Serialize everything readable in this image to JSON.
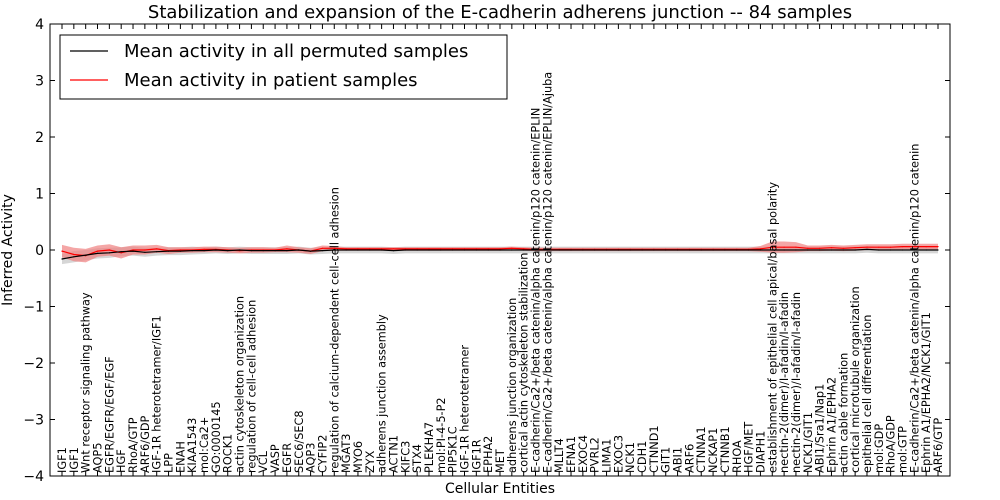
{
  "chart_data": {
    "type": "line",
    "title": "Stabilization and expansion of the E-cadherin adherens junction -- 84 samples",
    "xlabel": "Cellular Entities",
    "ylabel": "Inferred Activity",
    "ylim": [
      -4,
      4
    ],
    "yticks": [
      -4,
      -3,
      -2,
      -1,
      0,
      1,
      2,
      3,
      4
    ],
    "grid": false,
    "legend_position": "top-left",
    "colors": {
      "permuted": "#000000",
      "patient": "#ff0000",
      "permuted_band": "#c8c8c8",
      "patient_band": "#f08080"
    },
    "categories": [
      "IGF1",
      "IGF1",
      "Wnt receptor signaling pathway",
      "AQP5",
      "EGFR/EGFR/EGF/EGF",
      "HGF",
      "RhoA/GTP",
      "ARF6/GDP",
      "IGF-1R heterotetramer/IGF1",
      "LPP",
      "ENAH",
      "KIAA1543",
      "mol:Ca2+",
      "GO:0000145",
      "ROCK1",
      "actin cytoskeleton organization",
      "regulation of cell-cell adhesion",
      "VCL",
      "VASP",
      "EGFR",
      "SEC6/SEC8",
      "AQP3",
      "CYFIP2",
      "regulation of calcium-dependent cell-cell adhesion",
      "MGAT3",
      "MYO6",
      "ZYX",
      "adherens junction assembly",
      "ACTN1",
      "KIFC3",
      "STX4",
      "PLEKHA7",
      "mol:PI-4-5-P2",
      "PIP5K1C",
      "IGF-1R heterotetramer",
      "IGF1R",
      "EPHA2",
      "MET",
      "adherens junction organization",
      "cortical actin cytoskeleton stabilization",
      "E-cadherin/Ca2+/beta catenin/alpha catenin/p120 catenin/EPLIN",
      "E-cadherin/Ca2+/beta catenin/alpha catenin/p120 catenin/EPLIN/Ajuba",
      "MLLT4",
      "EFNA1",
      "EXOC4",
      "PVRL2",
      "LIMA1",
      "EXOC3",
      "NCK1",
      "CDH1",
      "CTNND1",
      "GIT1",
      "ABI1",
      "ARF6",
      "CTNNA1",
      "NCKAP1",
      "CTNNB1",
      "RHOA",
      "HGF/MET",
      "DIAPH1",
      "establishment of epithelial cell apical/basal polarity",
      "nectin-2(dimer)/I-afadin/I-afadin",
      "nectin-2(dimer)/I-afadin/I-afadin",
      "NCK1/GIT1",
      "ABI1/Sra1/Nap1",
      "Ephrin A1/EPHA2",
      "actin cable formation",
      "cortical microtubule organization",
      "epithelial cell differentiation",
      "mol:GDP",
      "RhoA/GDP",
      "mol:GTP",
      "E-cadherin/Ca2+/beta catenin/alpha catenin/p120 catenin",
      "Ephrin A1/EPHA2/NCK1/GIT1",
      "ARF6/GTP"
    ],
    "series": [
      {
        "name": "Mean activity in all permuted samples",
        "values": [
          -0.16,
          -0.12,
          -0.09,
          -0.06,
          -0.05,
          -0.03,
          -0.02,
          -0.04,
          -0.03,
          -0.02,
          -0.02,
          -0.01,
          -0.01,
          0.0,
          -0.01,
          0.0,
          -0.01,
          -0.01,
          -0.01,
          -0.01,
          0.0,
          -0.02,
          -0.01,
          0.0,
          0.0,
          0.0,
          0.0,
          0.0,
          -0.01,
          0.0,
          0.0,
          0.0,
          0.0,
          0.0,
          0.0,
          0.0,
          0.0,
          0.0,
          0.0,
          0.0,
          0.0,
          0.0,
          0.0,
          0.0,
          0.0,
          0.0,
          0.0,
          0.0,
          0.0,
          0.0,
          0.0,
          0.0,
          0.0,
          0.0,
          0.0,
          0.0,
          0.0,
          0.0,
          0.0,
          0.0,
          0.0,
          0.0,
          0.0,
          0.0,
          0.0,
          0.0,
          0.0,
          0.0,
          0.01,
          0.0,
          0.0,
          0.0,
          0.0,
          0.0,
          0.0
        ],
        "band": [
          0.09,
          0.1,
          0.09,
          0.09,
          0.09,
          0.08,
          0.08,
          0.08,
          0.07,
          0.07,
          0.07,
          0.07,
          0.06,
          0.06,
          0.06,
          0.06,
          0.06,
          0.06,
          0.06,
          0.06,
          0.06,
          0.06,
          0.06,
          0.06,
          0.06,
          0.06,
          0.06,
          0.06,
          0.06,
          0.06,
          0.06,
          0.06,
          0.06,
          0.06,
          0.06,
          0.06,
          0.06,
          0.06,
          0.06,
          0.06,
          0.06,
          0.06,
          0.06,
          0.06,
          0.06,
          0.06,
          0.06,
          0.06,
          0.06,
          0.06,
          0.06,
          0.06,
          0.06,
          0.06,
          0.06,
          0.06,
          0.06,
          0.06,
          0.06,
          0.06,
          0.06,
          0.06,
          0.06,
          0.06,
          0.06,
          0.06,
          0.06,
          0.06,
          0.06,
          0.06,
          0.06,
          0.06,
          0.06,
          0.06,
          0.06
        ]
      },
      {
        "name": "Mean activity in patient samples",
        "values": [
          -0.02,
          -0.08,
          -0.1,
          -0.02,
          0.0,
          -0.05,
          0.0,
          0.0,
          0.02,
          -0.01,
          0.0,
          0.0,
          0.01,
          0.01,
          0.0,
          -0.01,
          0.0,
          0.0,
          0.0,
          0.02,
          0.0,
          -0.02,
          0.03,
          0.03,
          0.02,
          0.02,
          0.02,
          0.02,
          0.02,
          0.02,
          0.02,
          0.02,
          0.02,
          0.02,
          0.02,
          0.02,
          0.02,
          0.02,
          0.03,
          0.02,
          0.01,
          0.01,
          0.01,
          0.01,
          0.01,
          0.01,
          0.01,
          0.01,
          0.01,
          0.01,
          0.01,
          0.01,
          0.01,
          0.01,
          0.01,
          0.01,
          0.01,
          0.01,
          0.01,
          0.02,
          0.05,
          0.05,
          0.05,
          0.03,
          0.03,
          0.04,
          0.03,
          0.04,
          0.05,
          0.05,
          0.05,
          0.06,
          0.06,
          0.06,
          0.06
        ],
        "band": [
          0.11,
          0.12,
          0.12,
          0.1,
          0.1,
          0.1,
          0.08,
          0.08,
          0.07,
          0.06,
          0.05,
          0.05,
          0.05,
          0.05,
          0.05,
          0.05,
          0.05,
          0.05,
          0.04,
          0.06,
          0.05,
          0.05,
          0.05,
          0.04,
          0.03,
          0.03,
          0.03,
          0.03,
          0.03,
          0.03,
          0.03,
          0.03,
          0.03,
          0.03,
          0.03,
          0.03,
          0.03,
          0.03,
          0.03,
          0.03,
          0.03,
          0.03,
          0.03,
          0.03,
          0.03,
          0.03,
          0.03,
          0.03,
          0.03,
          0.03,
          0.03,
          0.03,
          0.03,
          0.03,
          0.03,
          0.03,
          0.03,
          0.03,
          0.03,
          0.05,
          0.1,
          0.1,
          0.09,
          0.05,
          0.05,
          0.05,
          0.05,
          0.05,
          0.05,
          0.05,
          0.05,
          0.05,
          0.05,
          0.05,
          0.05
        ]
      }
    ]
  }
}
